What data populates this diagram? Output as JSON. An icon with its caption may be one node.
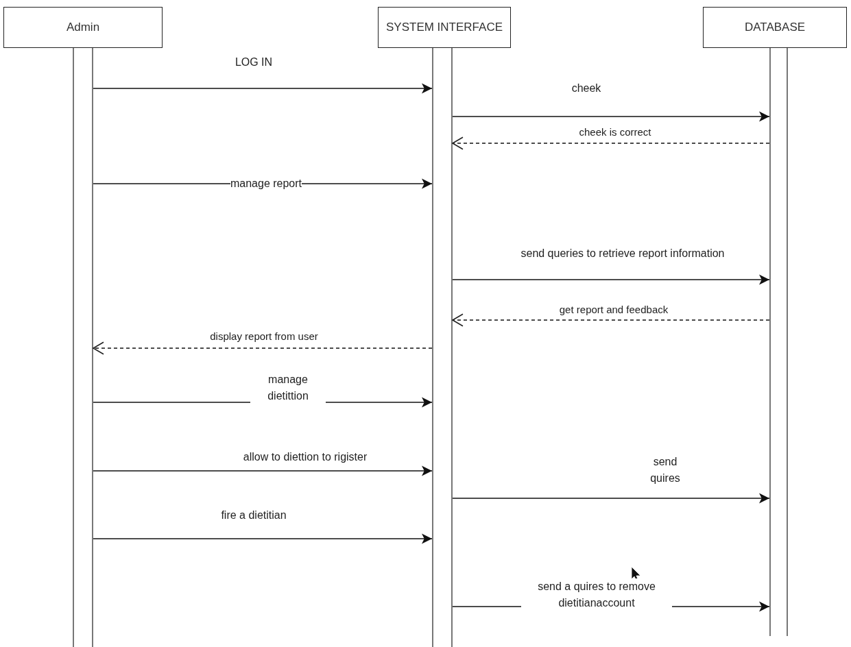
{
  "diagram": {
    "nodes": [
      {
        "text": [
          "Admin"
        ]
      },
      {
        "text": [
          "SYSTEM INTERFACE"
        ]
      },
      {
        "text": [
          "DATABASE"
        ]
      },
      {
        "text": [],
        "shape": "bar"
      },
      {
        "text": [],
        "shape": "bar"
      },
      {
        "text": [],
        "shape": "bar"
      }
    ],
    "edges": [
      {
        "from": 3,
        "to": 4,
        "arrow": "to",
        "label": "LOG IN"
      },
      {
        "from": 4,
        "to": 5,
        "arrow": "to",
        "label": "cheek"
      },
      {
        "from": 5,
        "to": 4,
        "arrow": "to",
        "label": "cheek is correct",
        "style": "dashed"
      },
      {
        "from": 3,
        "to": 4,
        "arrow": "to",
        "label": "manage report"
      },
      {
        "from": 4,
        "to": 5,
        "arrow": "to",
        "label": "send queries to retrieve report information"
      },
      {
        "from": 5,
        "to": 4,
        "arrow": "to",
        "label": "get report and feedback",
        "style": "dashed"
      },
      {
        "from": 4,
        "to": 3,
        "arrow": "to",
        "label": "display report from user",
        "style": "dashed"
      },
      {
        "from": 3,
        "to": 4,
        "arrow": "to",
        "label": "manage dietittion"
      },
      {
        "from": 3,
        "to": 4,
        "arrow": "to",
        "label": "allow to diettion to rigister"
      },
      {
        "from": 4,
        "to": 5,
        "arrow": "to",
        "label": "send quires"
      },
      {
        "from": 3,
        "to": 4,
        "arrow": "to",
        "label": "fire a dietitian"
      },
      {
        "from": 4,
        "to": 5,
        "arrow": "to",
        "label": "send a quires to remove dietitianaccount"
      }
    ]
  }
}
